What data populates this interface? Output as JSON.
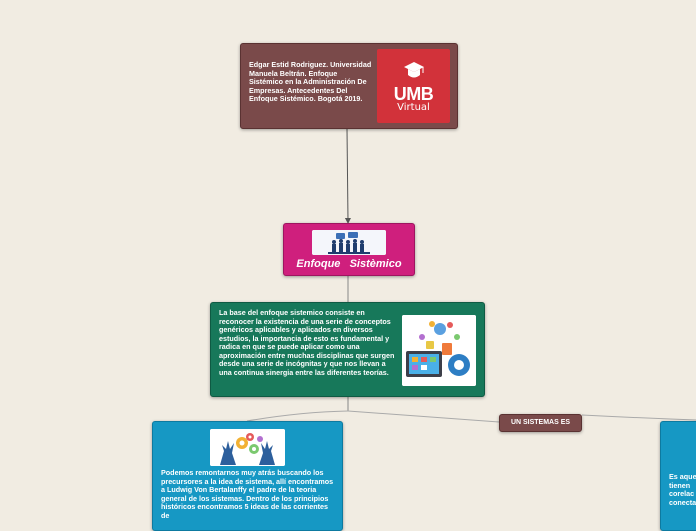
{
  "header": {
    "text": "Edgar Estid Rodriguez. Universidad Manuela Beltrán. Enfoque Sistémico en la Administración De Empresas. Antecedentes Del Enfoque Sistémico. Bogotá 2019.",
    "logo_umb": "UMB",
    "logo_virtual": "Virtual"
  },
  "enfoque": {
    "title": "Enfoque   Sistèmico"
  },
  "base": {
    "text": "La base del enfoque sistemico consiste en reconocer la existencia de una serie de conceptos genéricos aplicables y aplicados en diversos estudios, la importancia de esto es fundamental y radica en que se puede aplicar como una aproximación entre muchas disciplinas que surgen desde una serie de incógnitas y que nos llevan a una continua sinergia entre las diferentes teorías."
  },
  "sistemas": {
    "label": "UN SISTEMAS ES"
  },
  "left": {
    "text": "Podemos remontarnos muy atrás buscando los precursores a la idea de sistema, allí encontramos a Ludwig Von Bertalanffy  el padre de la teoria general de los sistemas. Dentro de los principios históricos encontramos 5 ideas de las corrientes de"
  },
  "right": {
    "lines": [
      "Es aque",
      "tienen",
      "corelac",
      "conecta"
    ]
  },
  "colors": {
    "background": "#f1ece2",
    "header": "#7a4a4a",
    "logo": "#d2323a",
    "enfoque": "#cf1f7d",
    "base": "#17785a",
    "blue": "#1698c4"
  }
}
